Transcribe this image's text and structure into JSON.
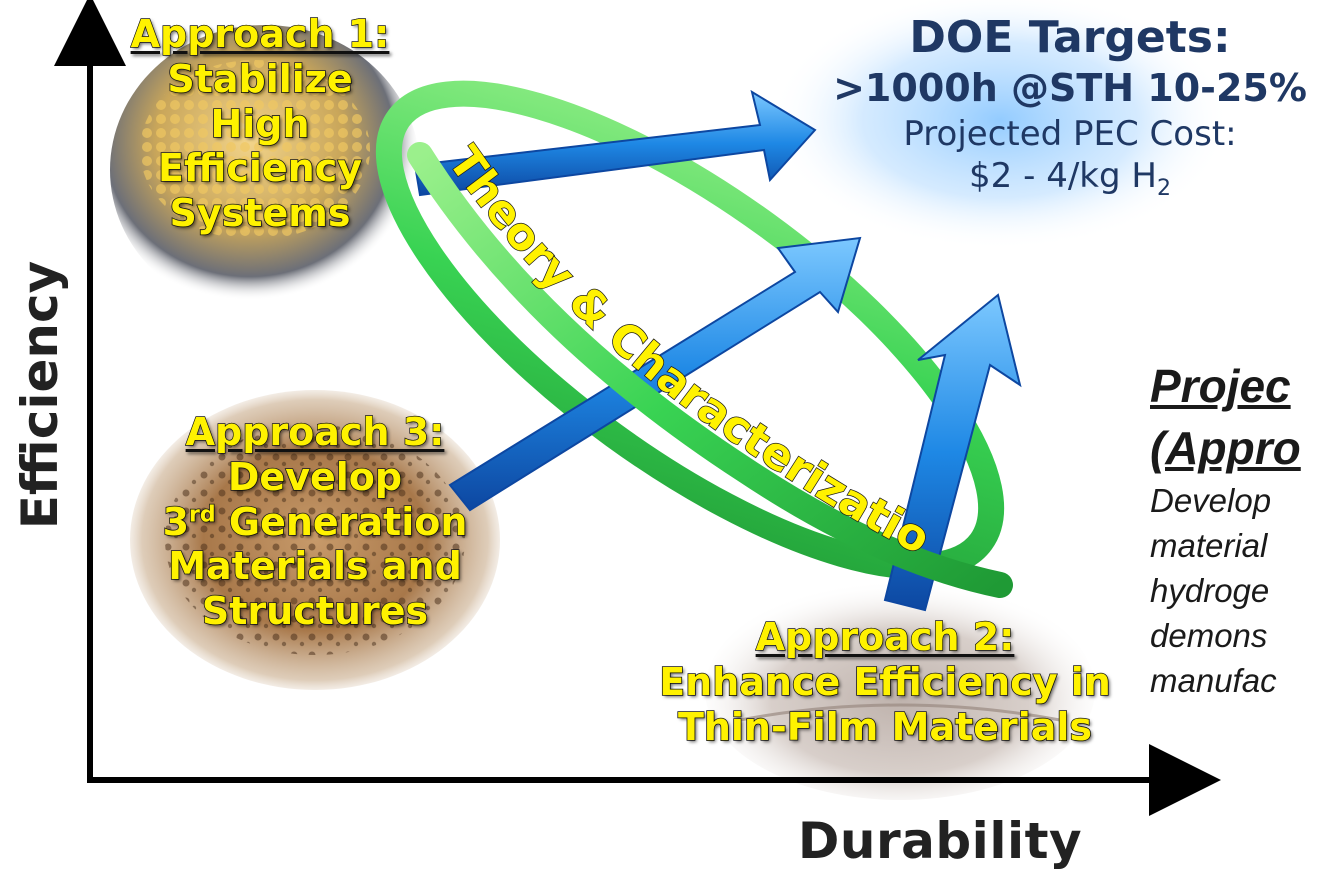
{
  "axes": {
    "x_label": "Durability",
    "y_label": "Efficiency"
  },
  "doe": {
    "title": "DOE Targets:",
    "target": ">1000h @STH 10-25%",
    "cost_label": "Projected PEC Cost:",
    "cost_value": "$2  - 4/kg H",
    "cost_subscript": "2"
  },
  "approach1": {
    "heading": "Approach 1:",
    "lines": [
      "Stabilize",
      "High",
      "Efficiency",
      "Systems"
    ]
  },
  "approach2": {
    "heading": "Approach 2:",
    "lines": [
      "Enhance Efficiency in",
      "Thin-Film Materials"
    ]
  },
  "approach3": {
    "heading": "Approach 3:",
    "line1": "Develop",
    "gen_number": "3",
    "gen_sup": "rd",
    "gen_rest": " Generation",
    "lines": [
      "Materials and",
      "Structures"
    ]
  },
  "ring_label": "Theory & Characterization",
  "objective": {
    "title_lines": [
      "Projec",
      "(Appro"
    ],
    "body_lines": [
      "Develop",
      "material",
      "hydroge",
      "demons",
      "manufac"
    ]
  },
  "colors": {
    "label_fill": "#fff200",
    "ring_green": "#39d353",
    "arrow_blue": "#1e88e5",
    "doe_text": "#1f3864"
  }
}
